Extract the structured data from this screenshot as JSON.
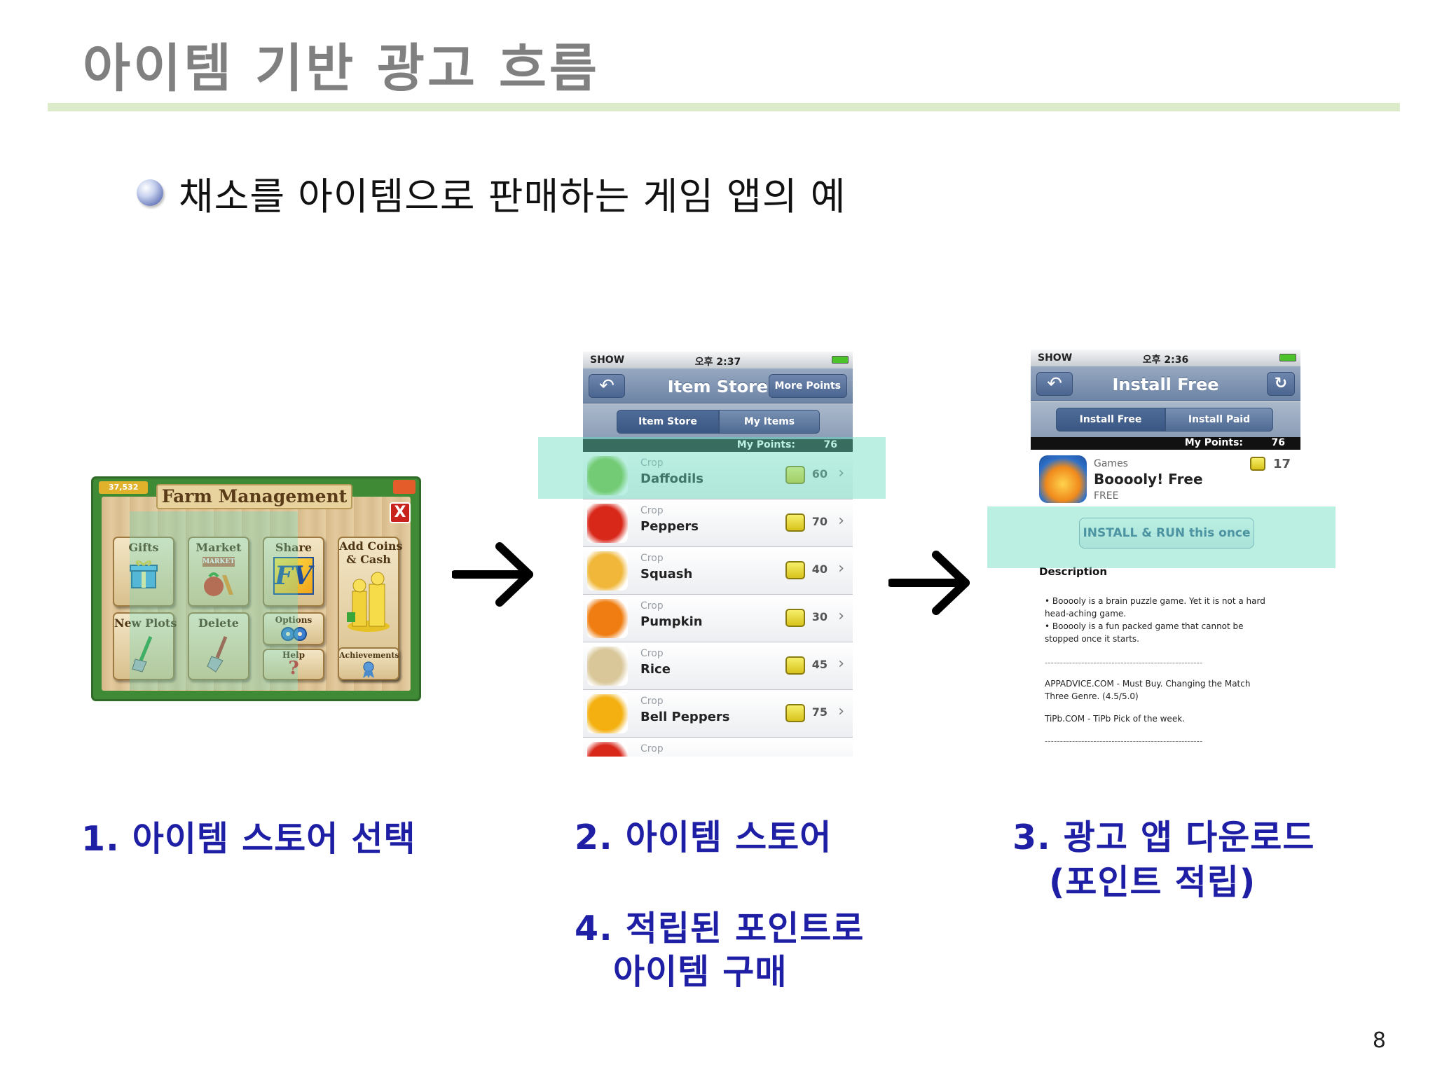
{
  "slide": {
    "title": "아이템 기반 광고 흐름",
    "bullet": "채소를 아이템으로 판매하는 게임 앱의 예",
    "page_number": "8"
  },
  "farm": {
    "coins": "37,532",
    "header": "Farm Management",
    "close_label": "X",
    "buttons": {
      "gifts": "Gifts",
      "market": "Market",
      "share": "Share",
      "add_coins_line1": "Add Coins",
      "add_coins_line2": "& Cash",
      "new_plots": "New Plots",
      "delete": "Delete",
      "options": "Options",
      "help": "Help",
      "achievements": "Achievements"
    },
    "market_tag": "MARKET",
    "share_tag": "FV",
    "help_glyph": "?"
  },
  "store": {
    "carrier": "SHOW",
    "time": "오후 2:37",
    "title": "Item Store",
    "more_points": "More Points",
    "seg_item_store": "Item Store",
    "seg_my_items": "My Items",
    "points_label": "My Points:",
    "points_value": "76",
    "items": [
      {
        "category": "Crop",
        "name": "Daffodils",
        "price": "60",
        "color": "#7fbf3a"
      },
      {
        "category": "Crop",
        "name": "Peppers",
        "price": "70",
        "color": "#d8281a"
      },
      {
        "category": "Crop",
        "name": "Squash",
        "price": "40",
        "color": "#f0b73a"
      },
      {
        "category": "Crop",
        "name": "Pumpkin",
        "price": "30",
        "color": "#ef7d12"
      },
      {
        "category": "Crop",
        "name": "Rice",
        "price": "45",
        "color": "#d9c79a"
      },
      {
        "category": "Crop",
        "name": "Bell Peppers",
        "price": "75",
        "color": "#f3b010"
      },
      {
        "category": "Crop",
        "name": "",
        "price": "",
        "color": "#d8281a"
      }
    ]
  },
  "install": {
    "carrier": "SHOW",
    "time": "오후 2:36",
    "title": "Install Free",
    "seg_install_free": "Install Free",
    "seg_install_paid": "Install Paid",
    "points_label": "My Points:",
    "points_value": "76",
    "app_category": "Games",
    "app_name": "Booooly! Free",
    "app_price": "FREE",
    "app_points": "17",
    "install_button": "INSTALL & RUN this once",
    "description_title": "Description",
    "description_lines": [
      "• Booooly is a brain puzzle game. Yet it is not a hard",
      "head-aching game.",
      "• Booooly is a fun packed game that cannot be",
      "stopped once it starts.",
      "----------------------------------------------------",
      "APPADVICE.COM - Must Buy. Changing the Match",
      "Three Genre. (4.5/5.0)",
      "TiPb.COM - TiPb Pick of the week.",
      "----------------------------------------------------"
    ]
  },
  "captions": {
    "step1": "1. 아이템 스토어 선택",
    "step2": "2. 아이템 스토어",
    "step3_line1": "3. 광고 앱 다운로드",
    "step3_line2": "(포인트 적립)",
    "step4_line1": "4. 적립된 포인트로",
    "step4_line2": "아이템 구매"
  },
  "colors": {
    "title_gray": "#808080",
    "title_rule": "#dcebc9",
    "caption_blue": "#1f1fa6",
    "highlight": "#66dcbe"
  }
}
